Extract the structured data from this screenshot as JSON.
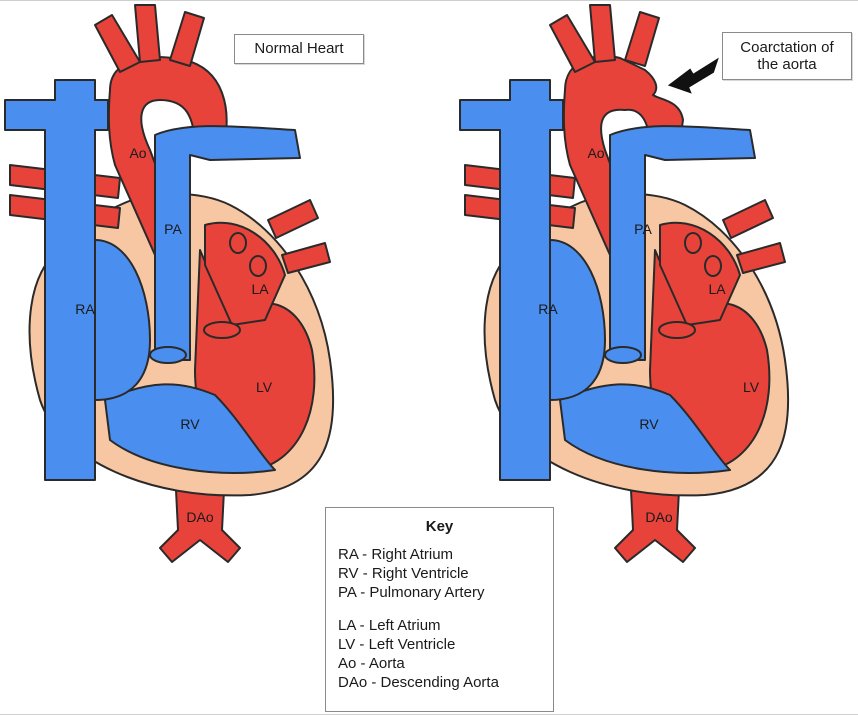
{
  "normal": {
    "title": "Normal Heart",
    "labels": {
      "ao": "Ao",
      "pa": "PA",
      "ra": "RA",
      "la": "LA",
      "lv": "LV",
      "rv": "RV",
      "dao": "DAo"
    }
  },
  "coarct": {
    "title_line1": "Coarctation of",
    "title_line2": "the aorta",
    "labels": {
      "ao": "Ao",
      "pa": "PA",
      "ra": "RA",
      "la": "LA",
      "lv": "LV",
      "rv": "RV",
      "dao": "DAo"
    }
  },
  "key": {
    "title": "Key",
    "items_right": [
      "RA - Right Atrium",
      "RV - Right Ventricle",
      "PA - Pulmonary Artery"
    ],
    "items_left": [
      "LA - Left Atrium",
      "LV - Left Ventricle",
      "Ao - Aorta",
      "DAo - Descending Aorta"
    ]
  },
  "colors": {
    "oxygenated": "#e8433b",
    "deoxygenated": "#4a8ff0",
    "muscle": "#f6c7a2",
    "outline": "#2a2a2a"
  }
}
